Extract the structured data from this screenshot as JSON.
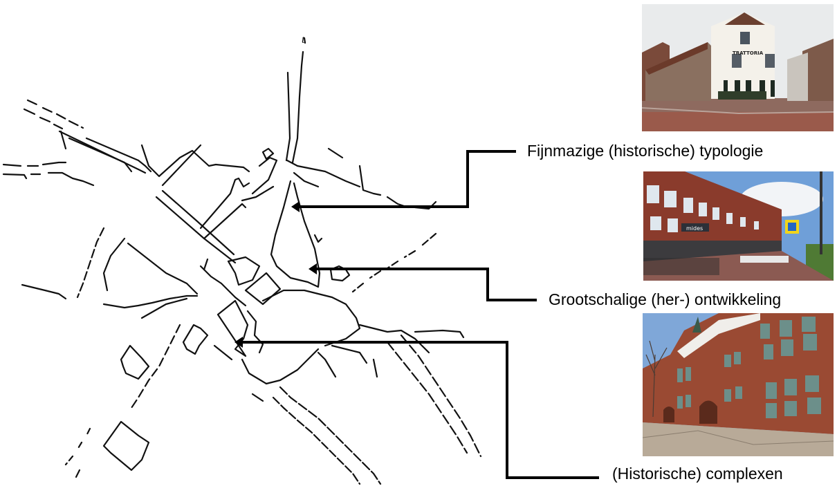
{
  "diagram": {
    "type": "annotated-street-map",
    "map": {
      "description": "hand-drawn street plan of a town centre"
    },
    "annotations": [
      {
        "id": "fine-grained",
        "label": "Fijnmazige (historische) typologie",
        "photo": {
          "subject": "white historic corner building with sign TRATTORIA",
          "sign_text": "TRATTORIA"
        }
      },
      {
        "id": "large-scale",
        "label": "Grootschalige (her-) ontwikkeling",
        "photo": {
          "subject": "long red-brick commercial block with shops and pedestrian crossing",
          "shop_sign": "mides"
        }
      },
      {
        "id": "complexes",
        "label": "(Historische) complexen",
        "photo": {
          "subject": "large historic red-brick complex with arched entrances and spire"
        }
      }
    ]
  },
  "colors": {
    "line": "#000000",
    "background": "#ffffff",
    "brick": "#8a3b2c",
    "sky": "#6f9fd8"
  }
}
